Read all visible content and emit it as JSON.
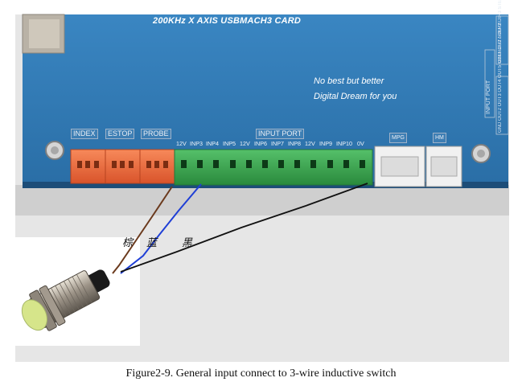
{
  "board": {
    "title": "200KHz X AXIS USBMACH3 CARD",
    "slogan_line1": "No best but better",
    "slogan_line2": "Digital Dream for you",
    "sections": {
      "index": "INDEX",
      "estop": "ESTOP",
      "probe": "PROBE",
      "input_port": "INPUT PORT",
      "mpg": "MPG",
      "hm": "HM"
    },
    "pins": [
      "12V",
      "INP3",
      "INP4",
      "INP5",
      "12V",
      "INP6",
      "INP7",
      "INP8",
      "12V",
      "INP9",
      "INP10",
      "0V"
    ],
    "side_labels": {
      "right_top": "GND DIR2 STEP2 DIR3 STEP3 DIR4 STEP4 +5V",
      "right_input": "INPUT PORT",
      "right_bottom": "GND OUT2 OUT3 OUT4 OUT5 OUT6 OUT7 OUT8"
    }
  },
  "wires": {
    "brown_label": "棕",
    "blue_label": "蓝",
    "black_label": "黑"
  },
  "caption": "Figure2-9.  General input connect to 3-wire inductive switch",
  "colors": {
    "board": "#2f78b3",
    "board_dark": "#1e5a8a",
    "terminal_orange": "#ee6a3a",
    "terminal_green": "#3aa54e",
    "sensor_cap": "#d6e58a",
    "wire_brown": "#6b3a1d",
    "wire_blue": "#1f3fd6",
    "wire_black": "#111111"
  }
}
